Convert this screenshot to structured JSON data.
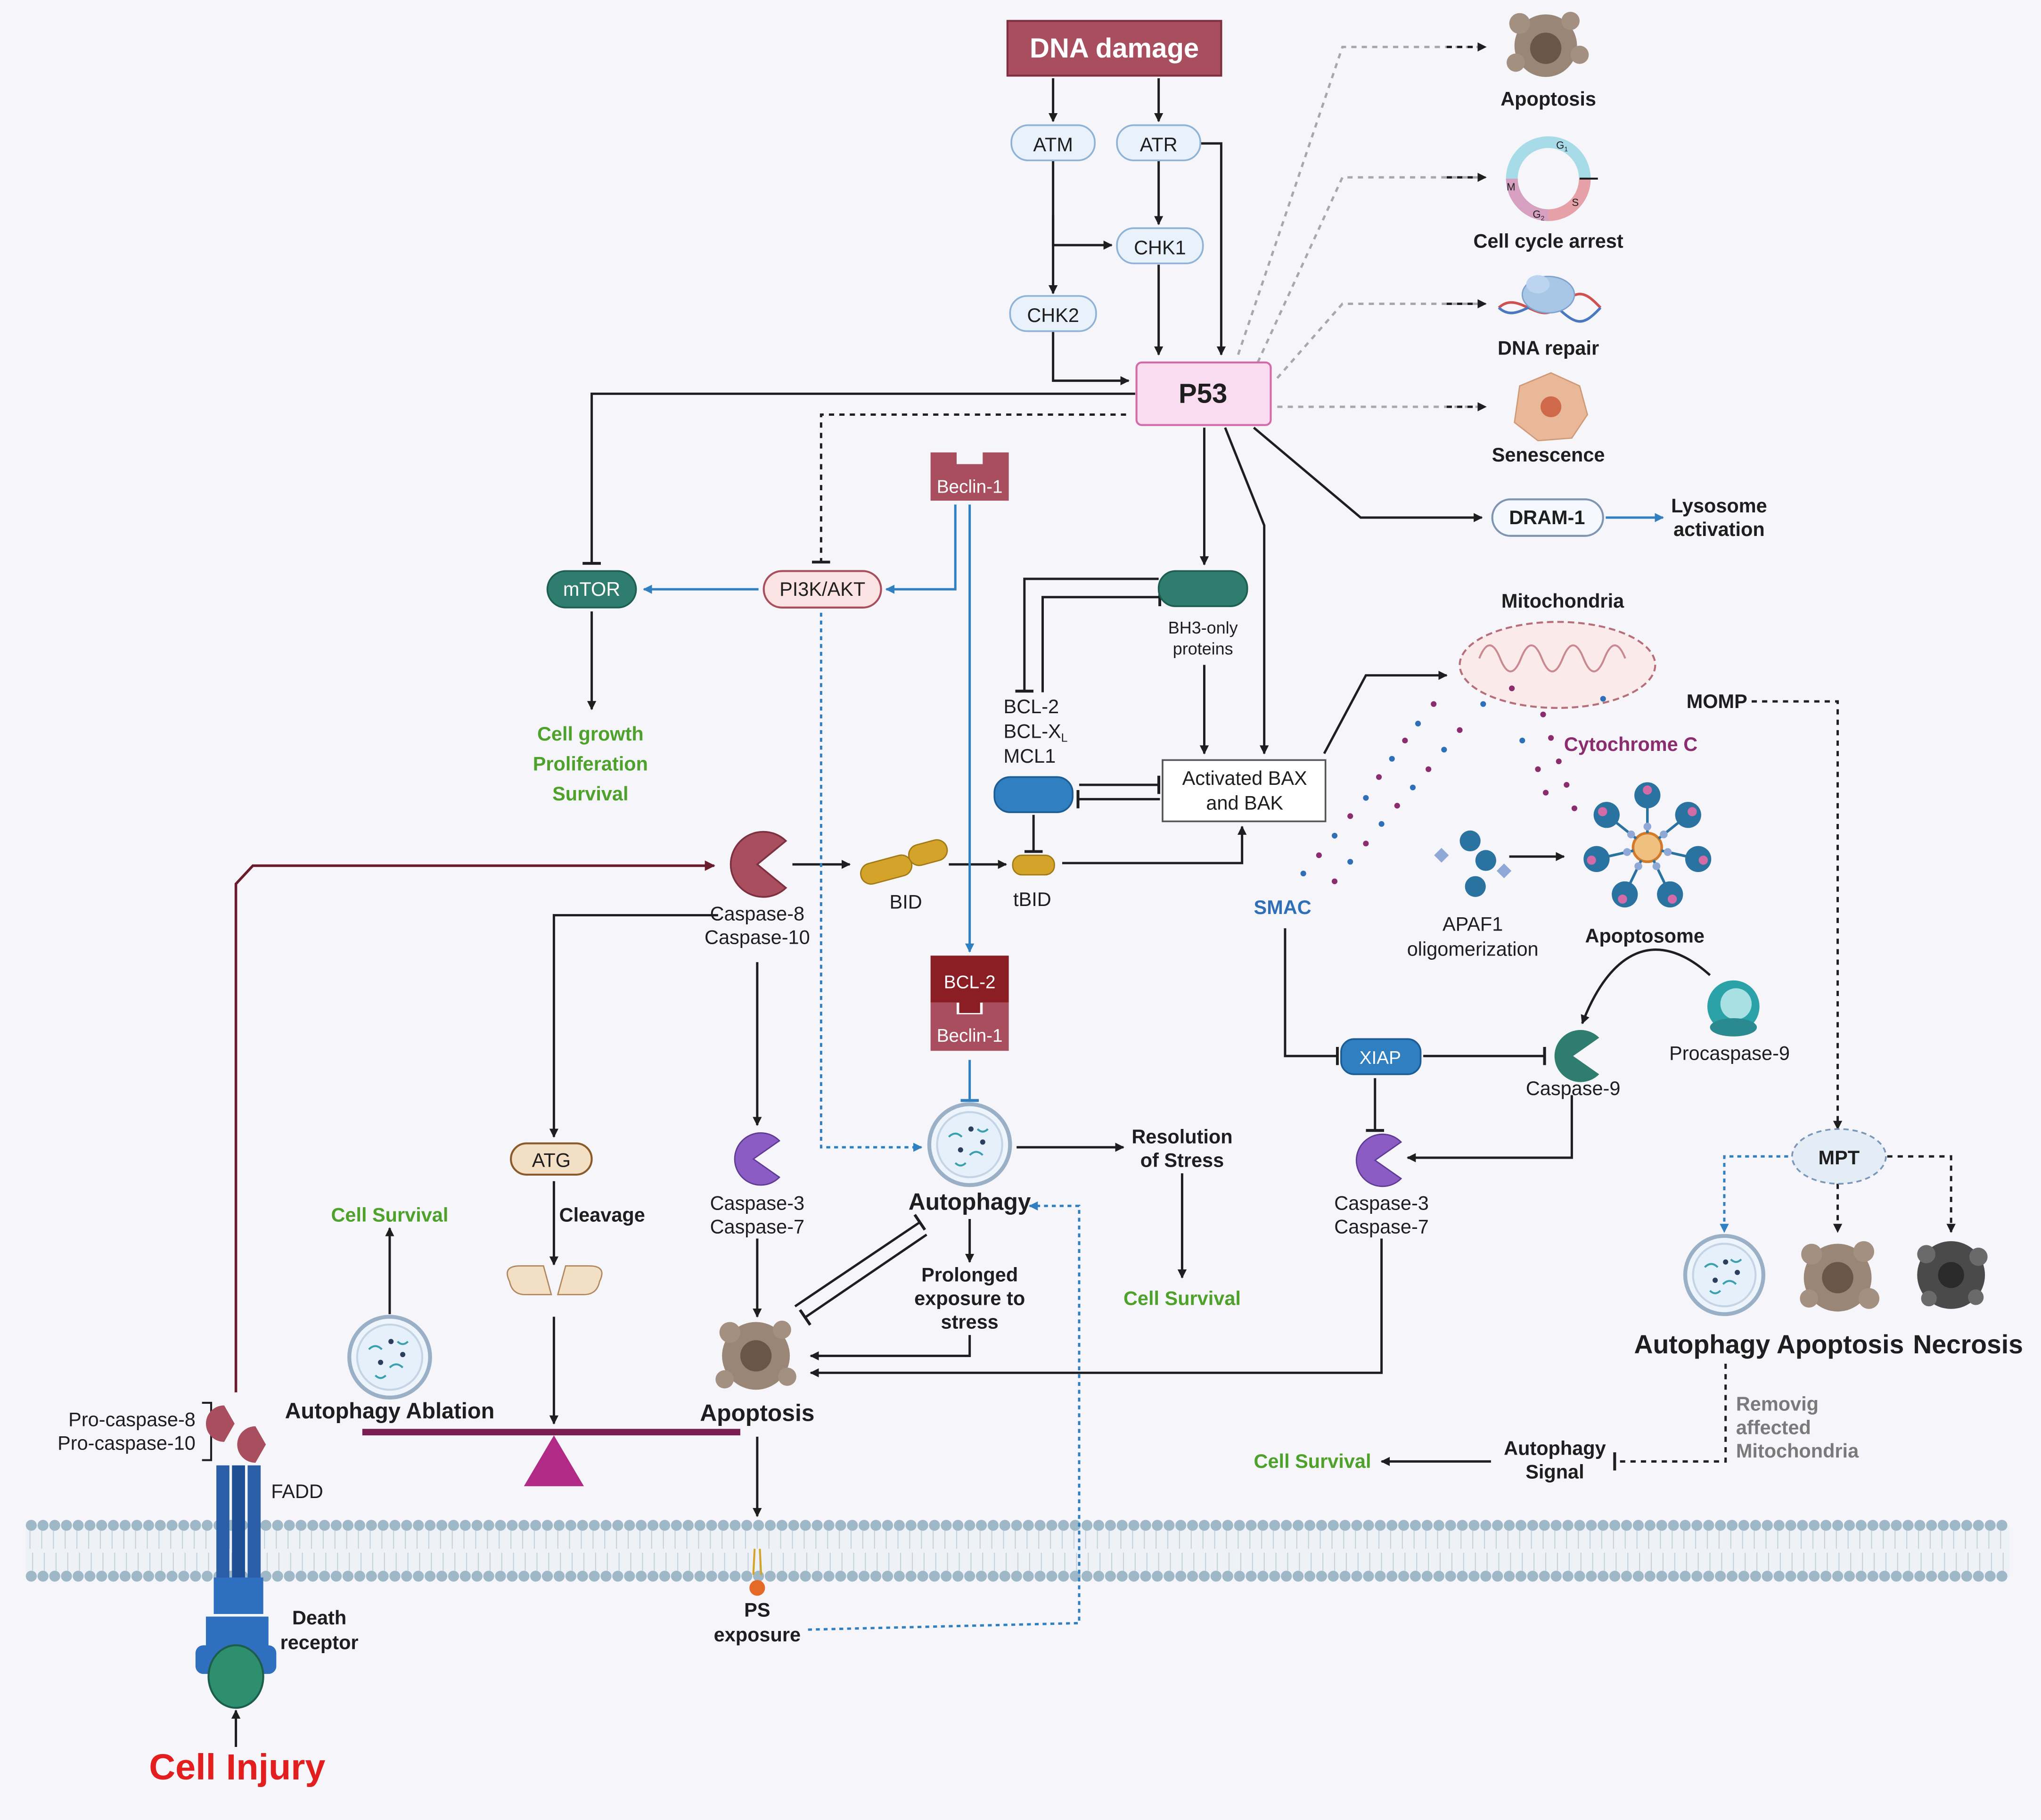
{
  "colors": {
    "black": "#1e1e1e",
    "blue": "#2f7fc1",
    "green": "#4ea12b",
    "red": "#e31e1e",
    "rose": "#a84e5e",
    "pink_fill": "#f9dcef",
    "pink_stroke": "#d36ba8",
    "teal": "#2e7d6f",
    "purple": "#8a5cc4",
    "maroon": "#6b1c2c",
    "gold": "#d4a42a",
    "membrane": "#9fb8c8"
  },
  "nodes": {
    "dna_damage": "DNA damage",
    "atm": "ATM",
    "atr": "ATR",
    "chk1": "CHK1",
    "chk2": "CHK2",
    "p53": "P53",
    "mtor": "mTOR",
    "pi3k_akt": "PI3K/AKT",
    "beclin1_top": "Beclin-1",
    "bh3_line1": "BH3-only",
    "bh3_line2": "proteins",
    "bcl2_line1": "BCL-2",
    "bcl2_line2_main": "BCL-X",
    "bcl2_line2_sub": "L",
    "bcl2_line3": "MCL1",
    "bax_line1": "Activated BAX",
    "bax_line2": "and BAK",
    "dram1": "DRAM-1",
    "lysosome_line1": "Lysosome",
    "lysosome_line2": "activation",
    "mitochondria": "Mitochondria",
    "momp": "MOMP",
    "cytochrome_c": "Cytochrome C",
    "smac": "SMAC",
    "apaf1_line1": "APAF1",
    "apaf1_line2": "oligomerization",
    "apoptosome": "Apoptosome",
    "procaspase9": "Procaspase-9",
    "xiap": "XIAP",
    "caspase9": "Caspase-9",
    "caspase37_right_line1": "Caspase-3",
    "caspase37_right_line2": "Caspase-7",
    "mpt": "MPT",
    "out_autophagy": "Autophagy",
    "out_apoptosis": "Apoptosis",
    "out_necrosis": "Necrosis",
    "removing_line1": "Removig",
    "removing_line2": "affected",
    "removing_line3": "Mitochondria",
    "autophagy_signal_line1": "Autophagy",
    "autophagy_signal_line2": "Signal",
    "cell_survival_right": "Cell Survival",
    "cell_growth_line1": "Cell growth",
    "cell_growth_line2": "Proliferation",
    "cell_growth_line3": "Survival",
    "caspase810_line1": "Caspase-8",
    "caspase810_line2": "Caspase-10",
    "bid": "BID",
    "tbid": "tBID",
    "bcl2_complex_top": "BCL-2",
    "bcl2_complex_bottom": "Beclin-1",
    "autophagy_center": "Autophagy",
    "resolution_line1": "Resolution",
    "resolution_line2": "of Stress",
    "cell_survival_center": "Cell Survival",
    "prolonged_line1": "Prolonged",
    "prolonged_line2": "exposure to",
    "prolonged_line3": "stress",
    "caspase37_left_line1": "Caspase-3",
    "caspase37_left_line2": "Caspase-7",
    "apoptosis_center": "Apoptosis",
    "atg": "ATG",
    "cleavage": "Cleavage",
    "cell_survival_left": "Cell Survival",
    "autophagy_ablation": "Autophagy Ablation",
    "pro_caspase_line1": "Pro-caspase-8",
    "pro_caspase_line2": "Pro-caspase-10",
    "fadd": "FADD",
    "death_receptor_line1": "Death",
    "death_receptor_line2": "receptor",
    "ps_line1": "PS",
    "ps_line2": "exposure",
    "cell_injury": "Cell Injury"
  },
  "p53_outcomes": {
    "apoptosis": "Apoptosis",
    "cell_cycle_arrest": "Cell cycle arrest",
    "dna_repair": "DNA repair",
    "senescence": "Senescence",
    "cycle_g1": "G",
    "cycle_g1_sub": "1",
    "cycle_s": "S",
    "cycle_g2": "G",
    "cycle_g2_sub": "2",
    "cycle_m": "M"
  }
}
